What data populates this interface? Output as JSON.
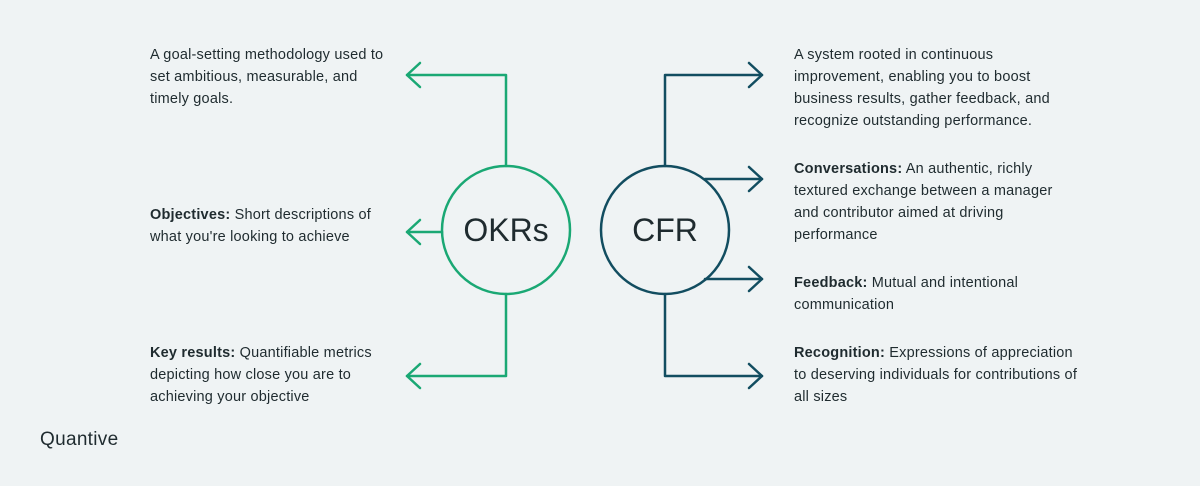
{
  "colors": {
    "okr": "#1aa874",
    "cfr": "#124d60",
    "background": "#eff3f4"
  },
  "okrs": {
    "label": "OKRs",
    "description": "A goal-setting methodology used to set ambitious, measurable, and timely goals.",
    "objectives": {
      "term": "Objectives:",
      "text": "Short descriptions of what you're looking to achieve"
    },
    "key_results": {
      "term": "Key results:",
      "text": "Quantifiable metrics depicting how close you are to achieving your objective"
    }
  },
  "cfr": {
    "label": "CFR",
    "description": "A system rooted in continuous improvement, enabling you to boost business results, gather feedback, and recognize outstanding performance.",
    "conversations": {
      "term": "Conversations:",
      "text": "An authentic, richly textured exchange between a manager and contributor aimed at driving performance"
    },
    "feedback": {
      "term": "Feedback:",
      "text": "Mutual and intentional communication"
    },
    "recognition": {
      "term": "Recognition:",
      "text": "Expressions of appreciation to deserving individuals for contributions of all sizes"
    }
  },
  "brand": {
    "logo": "Quantive"
  }
}
